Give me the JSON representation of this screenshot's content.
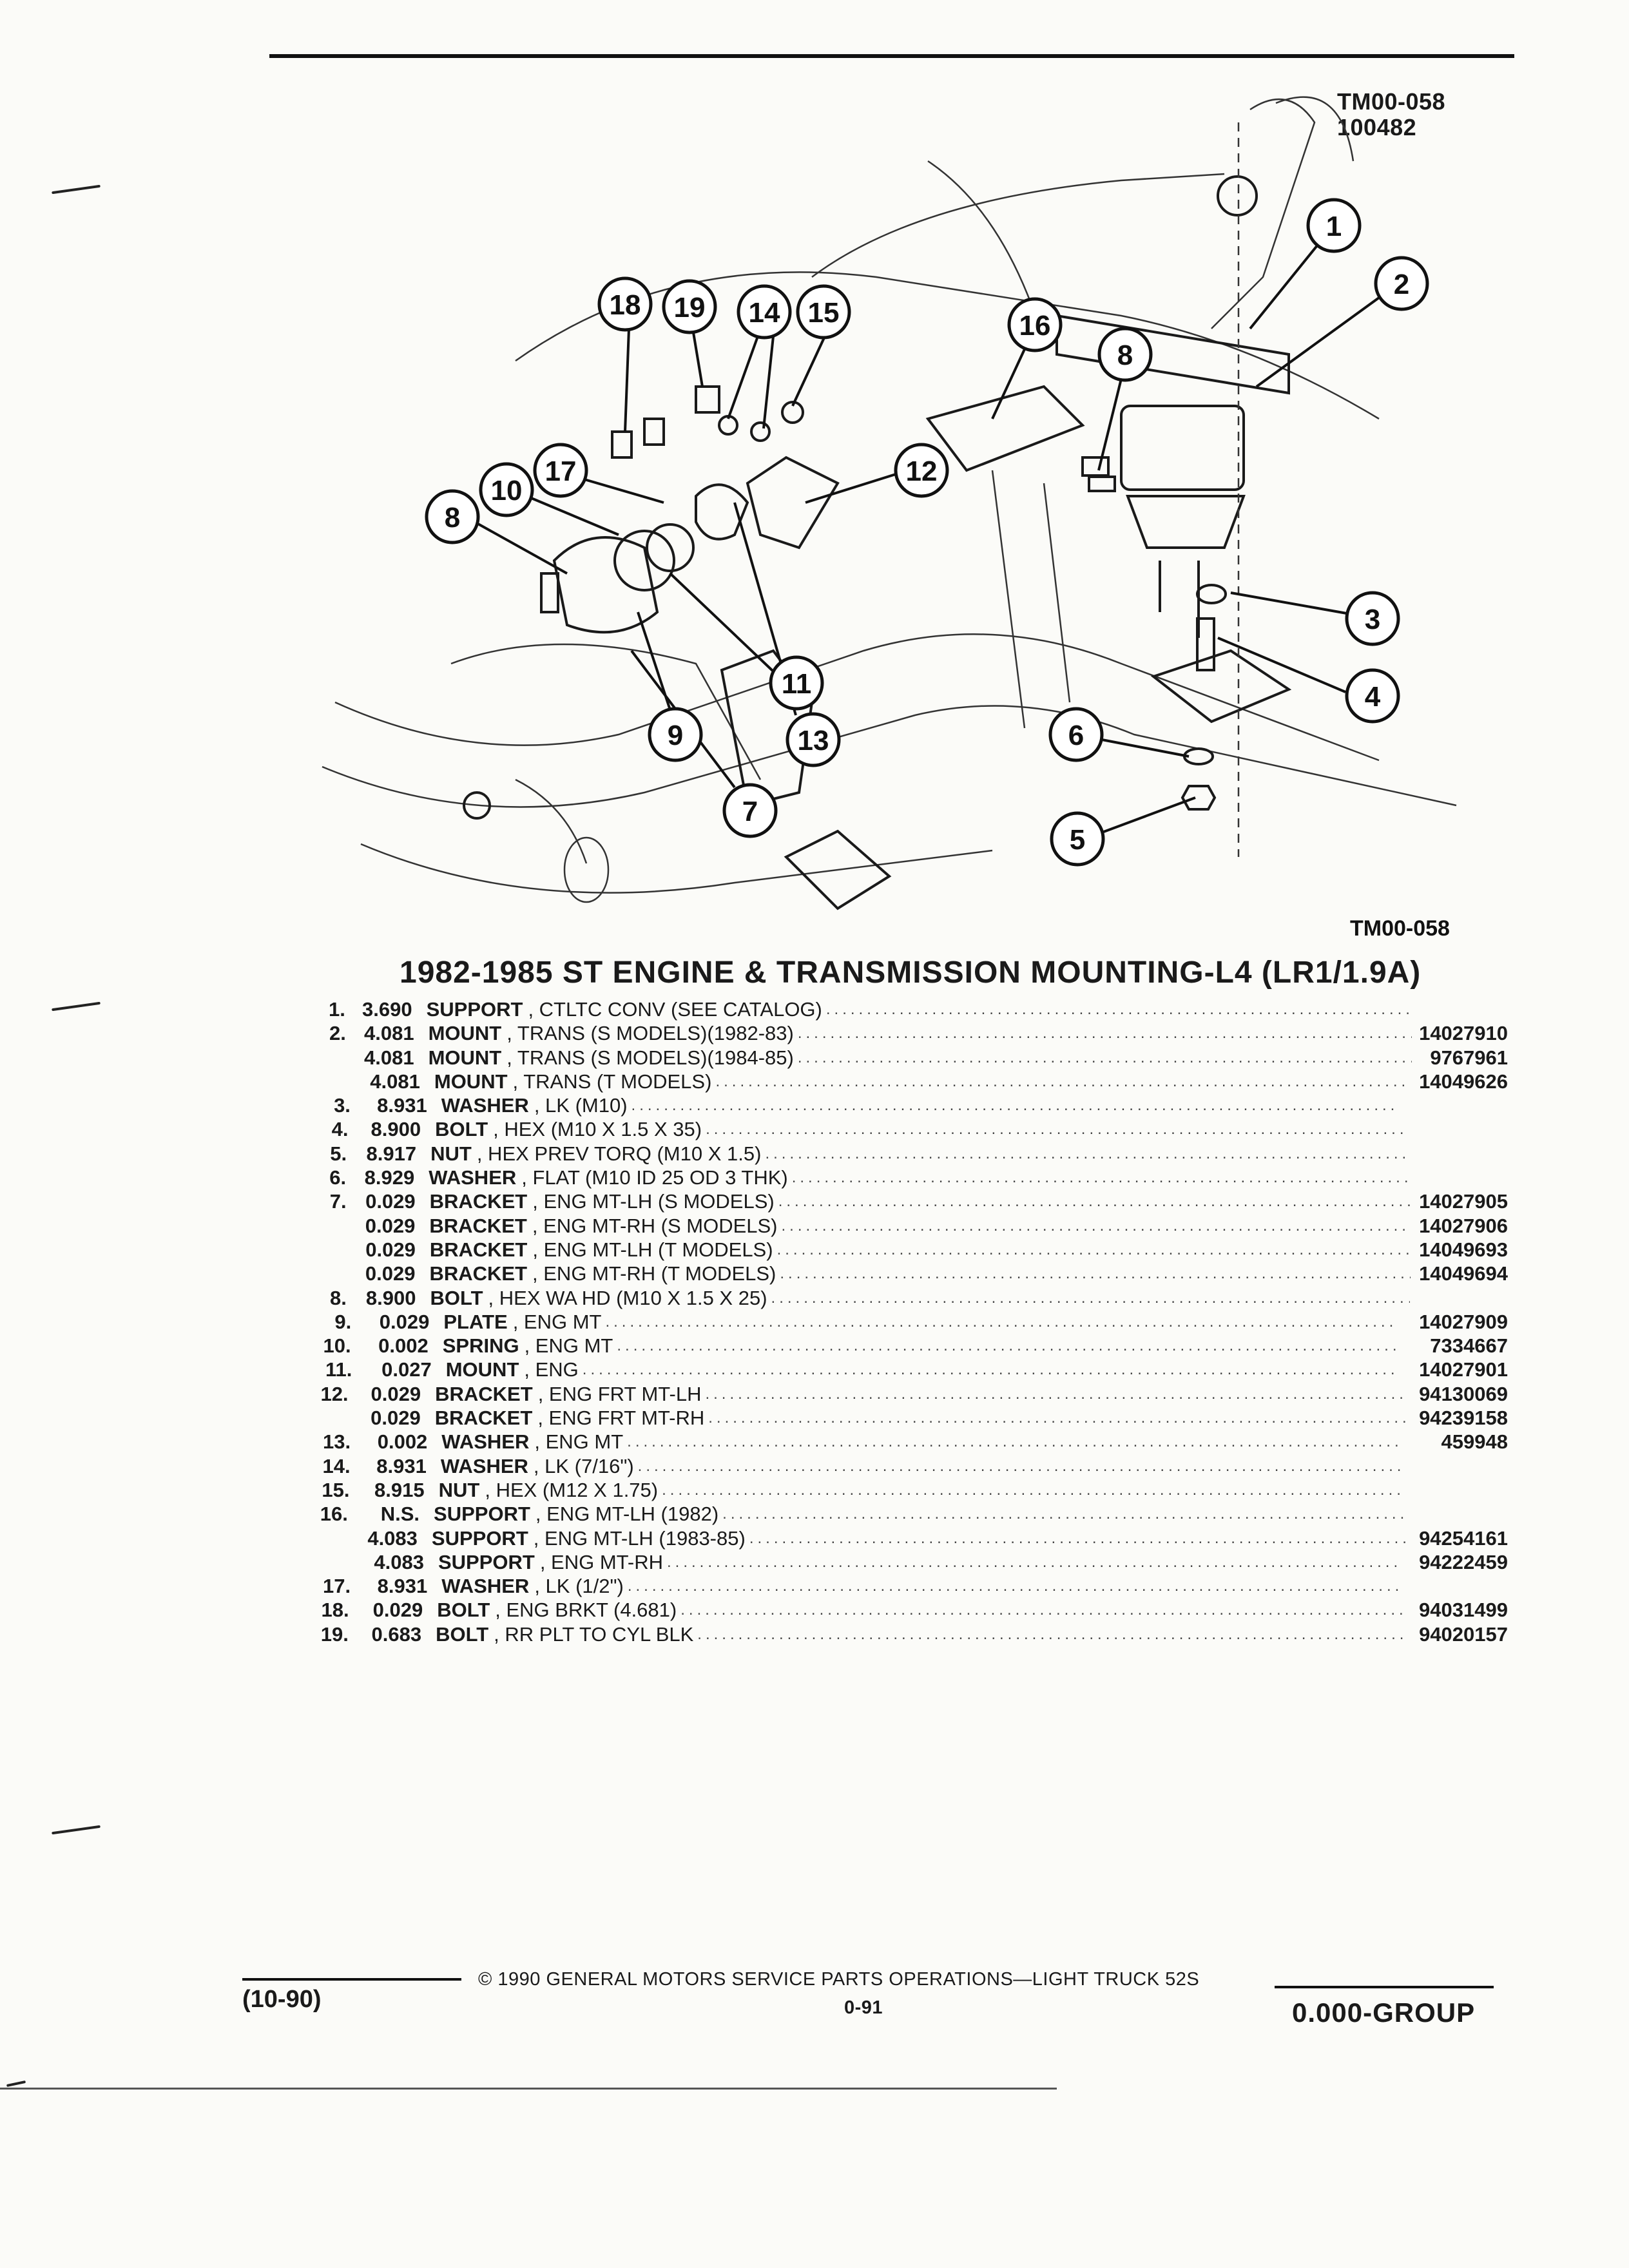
{
  "header": {
    "codes": [
      "TM00-058",
      "100482"
    ]
  },
  "figure": {
    "ref_code": "TM00-058",
    "callouts": [
      "1",
      "2",
      "3",
      "4",
      "5",
      "6",
      "7",
      "8",
      "8",
      "9",
      "10",
      "11",
      "12",
      "13",
      "14",
      "15",
      "16",
      "17",
      "18",
      "19"
    ]
  },
  "title": "1982-1985 ST ENGINE & TRANSMISSION MOUNTING-L4 (LR1/1.9A)",
  "parts": [
    {
      "num": "1.",
      "code": "3.690",
      "name": "SUPPORT",
      "desc": ", CTLTC CONV (SEE CATALOG)",
      "pn": ""
    },
    {
      "num": "2.",
      "code": "4.081",
      "name": "MOUNT",
      "desc": ", TRANS (S MODELS)(1982-83)",
      "pn": "14027910"
    },
    {
      "num": "",
      "code": "4.081",
      "name": "MOUNT",
      "desc": ", TRANS (S MODELS)(1984-85)",
      "pn": "9767961"
    },
    {
      "num": "",
      "code": "4.081",
      "name": "MOUNT",
      "desc": ", TRANS (T MODELS)",
      "pn": "14049626"
    },
    {
      "num": "3.",
      "code": "8.931",
      "name": "WASHER",
      "desc": ", LK (M10)",
      "pn": ""
    },
    {
      "num": "4.",
      "code": "8.900",
      "name": "BOLT",
      "desc": ", HEX (M10 X 1.5 X 35)",
      "pn": ""
    },
    {
      "num": "5.",
      "code": "8.917",
      "name": "NUT",
      "desc": ", HEX PREV TORQ (M10 X 1.5)",
      "pn": ""
    },
    {
      "num": "6.",
      "code": "8.929",
      "name": "WASHER",
      "desc": ", FLAT (M10 ID 25 OD 3 THK)",
      "pn": ""
    },
    {
      "num": "7.",
      "code": "0.029",
      "name": "BRACKET",
      "desc": ", ENG MT-LH (S MODELS)",
      "pn": "14027905"
    },
    {
      "num": "",
      "code": "0.029",
      "name": "BRACKET",
      "desc": ", ENG MT-RH (S MODELS)",
      "pn": "14027906"
    },
    {
      "num": "",
      "code": "0.029",
      "name": "BRACKET",
      "desc": ", ENG MT-LH (T MODELS)",
      "pn": "14049693"
    },
    {
      "num": "",
      "code": "0.029",
      "name": "BRACKET",
      "desc": ", ENG MT-RH (T MODELS)",
      "pn": "14049694"
    },
    {
      "num": "8.",
      "code": "8.900",
      "name": "BOLT",
      "desc": ", HEX WA HD (M10 X 1.5 X 25)",
      "pn": ""
    },
    {
      "num": "9.",
      "code": "0.029",
      "name": "PLATE",
      "desc": ", ENG MT",
      "pn": "14027909"
    },
    {
      "num": "10.",
      "code": "0.002",
      "name": "SPRING",
      "desc": ", ENG MT",
      "pn": "7334667"
    },
    {
      "num": "11.",
      "code": "0.027",
      "name": "MOUNT",
      "desc": ", ENG",
      "pn": "14027901"
    },
    {
      "num": "12.",
      "code": "0.029",
      "name": "BRACKET",
      "desc": ", ENG FRT MT-LH",
      "pn": "94130069"
    },
    {
      "num": "",
      "code": "0.029",
      "name": "BRACKET",
      "desc": ", ENG FRT MT-RH",
      "pn": "94239158"
    },
    {
      "num": "13.",
      "code": "0.002",
      "name": "WASHER",
      "desc": ", ENG MT",
      "pn": "459948"
    },
    {
      "num": "14.",
      "code": "8.931",
      "name": "WASHER",
      "desc": ", LK (7/16\")",
      "pn": ""
    },
    {
      "num": "15.",
      "code": "8.915",
      "name": "NUT",
      "desc": ", HEX (M12 X 1.75)",
      "pn": ""
    },
    {
      "num": "16.",
      "code": "N.S.",
      "name": "SUPPORT",
      "desc": ", ENG MT-LH (1982)",
      "pn": ""
    },
    {
      "num": "",
      "code": "4.083",
      "name": "SUPPORT",
      "desc": ", ENG MT-LH (1983-85)",
      "pn": "94254161"
    },
    {
      "num": "",
      "code": "4.083",
      "name": "SUPPORT",
      "desc": ", ENG MT-RH",
      "pn": "94222459"
    },
    {
      "num": "17.",
      "code": "8.931",
      "name": "WASHER",
      "desc": ", LK (1/2\")",
      "pn": ""
    },
    {
      "num": "18.",
      "code": "0.029",
      "name": "BOLT",
      "desc": ", ENG BRKT (4.681)",
      "pn": "94031499"
    },
    {
      "num": "19.",
      "code": "0.683",
      "name": "BOLT",
      "desc": ", RR PLT TO CYL BLK",
      "pn": "94020157"
    }
  ],
  "footer": {
    "date": "(10-90)",
    "copyright": "© 1990 GENERAL MOTORS SERVICE PARTS OPERATIONS—LIGHT TRUCK 52S",
    "page": "0-91",
    "group": "0.000-GROUP"
  }
}
